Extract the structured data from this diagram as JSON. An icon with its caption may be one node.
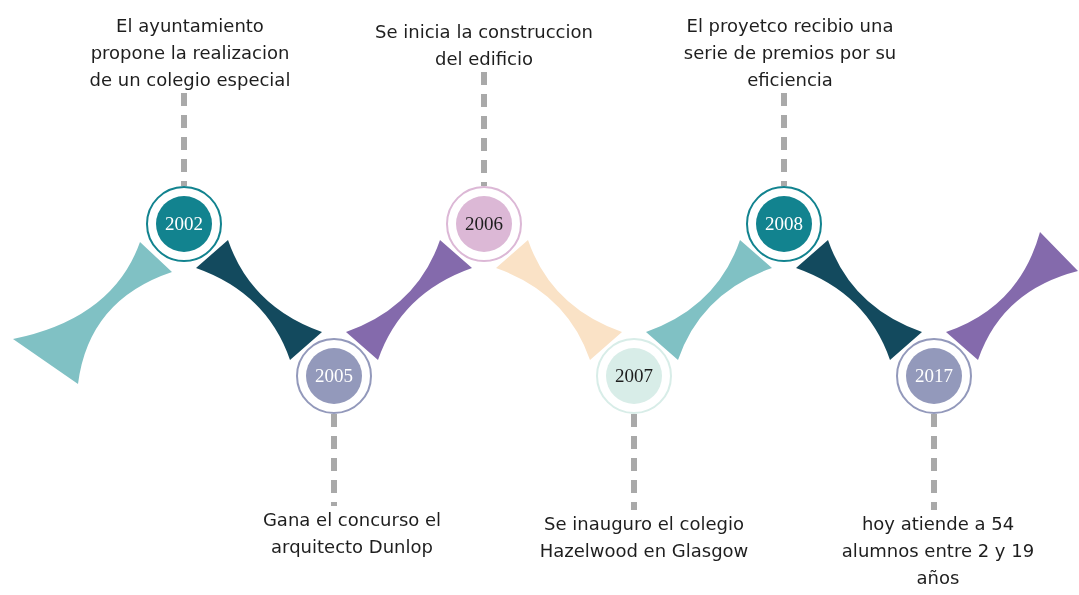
{
  "diagram": {
    "nodes": [
      {
        "text": [
          "El ayuntamiento propone la realizacion de un colegio especial"
        ]
      },
      {
        "text": [
          "2002"
        ]
      },
      {
        "text": [
          "2005"
        ]
      },
      {
        "text": [
          "Gana el concurso el arquitecto Dunlop"
        ]
      },
      {
        "text": [
          "Se inicia la construccion del edificio"
        ]
      },
      {
        "text": [
          "2006"
        ]
      },
      {
        "text": [
          "2007"
        ]
      },
      {
        "text": [
          "Se inauguro el colegio Hazelwood en Glasgow"
        ]
      },
      {
        "text": [
          "El proyetco recibio una serie de premios por su eficiencia"
        ]
      },
      {
        "text": [
          "2008"
        ]
      },
      {
        "text": [
          "2017"
        ]
      },
      {
        "text": [
          "hoy atiende a 54 alumnos entre 2 y 19 años"
        ]
      }
    ],
    "edges": [
      {
        "from": 0,
        "to": 1,
        "arrow": "none",
        "style": "dashed"
      },
      {
        "from": 2,
        "to": 3,
        "arrow": "none",
        "style": "dashed"
      },
      {
        "from": 4,
        "to": 5,
        "arrow": "none",
        "style": "dashed"
      },
      {
        "from": 6,
        "to": 7,
        "arrow": "none",
        "style": "dashed"
      },
      {
        "from": 8,
        "to": 9,
        "arrow": "none",
        "style": "dashed"
      },
      {
        "from": 10,
        "to": 11,
        "arrow": "none",
        "style": "dashed"
      },
      {
        "from": 1,
        "to": null,
        "arrow": "both",
        "style": "thick",
        "color": "#80c1c4"
      },
      {
        "from": 1,
        "to": 2,
        "arrow": "none",
        "style": "thick",
        "color": "#134a5e"
      },
      {
        "from": 2,
        "to": 5,
        "arrow": "none",
        "style": "thick",
        "color": "#846aac"
      },
      {
        "from": 5,
        "to": 6,
        "arrow": "none",
        "style": "thick",
        "color": "#fae2c6"
      },
      {
        "from": 6,
        "to": 9,
        "arrow": "none",
        "style": "thick",
        "color": "#80c1c4"
      },
      {
        "from": 9,
        "to": 10,
        "arrow": "none",
        "style": "thick",
        "color": "#134a5e"
      },
      {
        "from": 10,
        "to": null,
        "arrow": "both",
        "style": "thick",
        "color": "#846aac"
      }
    ]
  }
}
